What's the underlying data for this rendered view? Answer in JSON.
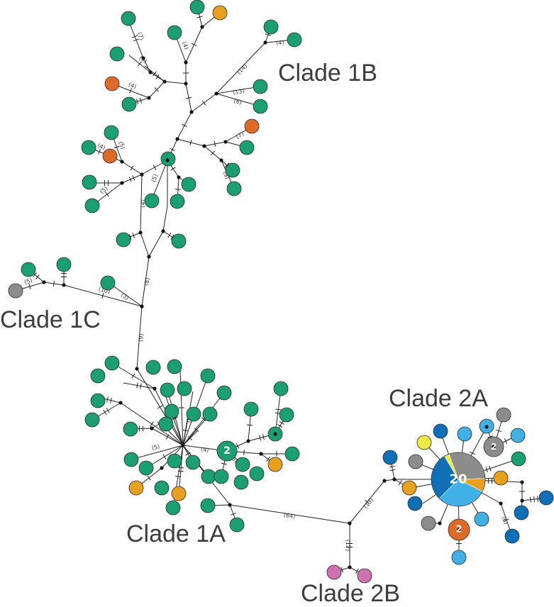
{
  "colors": {
    "green": "#1a9e72",
    "orange": "#e8a020",
    "red_orange": "#dd6a26",
    "grey": "#8c8c8c",
    "light_blue": "#41b0e4",
    "dark_blue": "#0e6fb6",
    "yellow": "#eeea48",
    "pink": "#cc72b0",
    "edge": "#222222"
  },
  "clade_labels": {
    "c1a": "Clade 1A",
    "c1b": "Clade 1B",
    "c1c": "Clade 1C",
    "c2a": "Clade 2A",
    "c2b": "Clade 2B"
  },
  "node_counts": {
    "big_center": "20",
    "c1a_hub": "2",
    "c2a_grey": "2",
    "c2a_red": "2"
  },
  "edge_labels": [
    "(64)",
    "(13)",
    "(12)",
    "(9)",
    "(8)",
    "(10)",
    "(5)",
    "(3)",
    "(4)",
    "(5)",
    "(4)",
    "(5)",
    "(5)",
    "(7)",
    "(9)",
    "(13)",
    "(6)",
    "(14)",
    "(4)",
    "(5)",
    "(7)",
    "(4)",
    "(4)",
    "(5)",
    "(5)",
    "(4)",
    "(5)",
    "(6)",
    "(4)",
    "(5)"
  ],
  "pie_center": {
    "slices": [
      {
        "color": "grey",
        "value": 0.3
      },
      {
        "color": "orange",
        "value": 0.08
      },
      {
        "color": "light_blue",
        "value": 0.3
      },
      {
        "color": "dark_blue",
        "value": 0.29
      },
      {
        "color": "yellow",
        "value": 0.03
      }
    ]
  }
}
